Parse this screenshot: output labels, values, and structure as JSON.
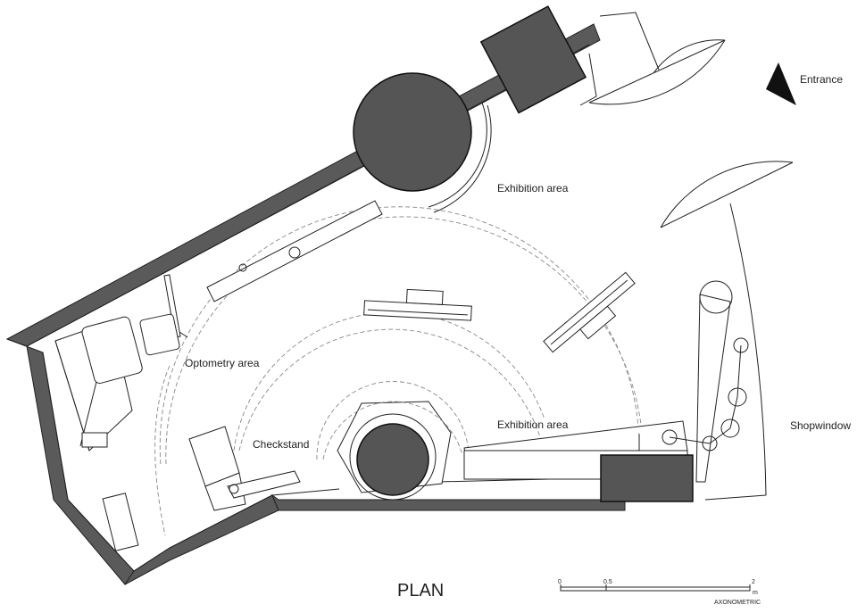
{
  "title": "PLAN",
  "labels": {
    "entrance": "Entrance",
    "exhibition_area_top": "Exhibition area",
    "exhibition_area_bottom": "Exhibition area",
    "optometry_area": "Optometry area",
    "checkstand": "Checkstand",
    "shopwindow": "Shopwindow"
  },
  "scale_bar": {
    "tick_0": "0",
    "tick_1": "0.5",
    "tick_2": "2",
    "unit": "m",
    "caption": "AXONOMETRIC"
  },
  "colors": {
    "wall": "#5a5a5a",
    "column": "#555555",
    "line": "#222222"
  }
}
